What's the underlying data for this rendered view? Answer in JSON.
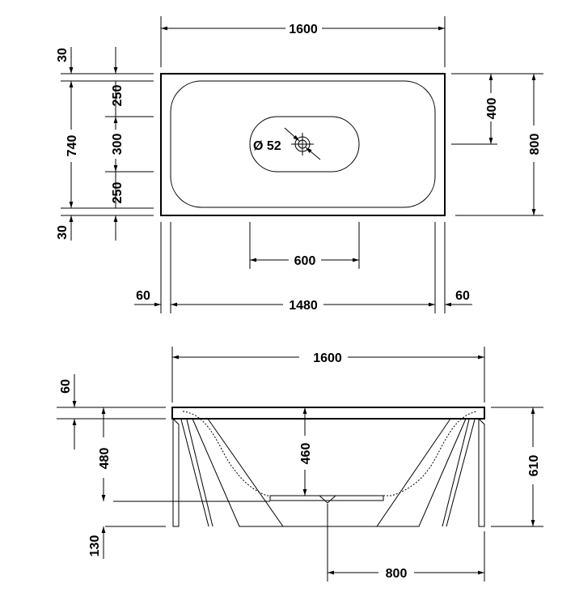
{
  "top_view": {
    "overall_length": "1600",
    "overall_width": "800",
    "inner_length": "1480",
    "rim_left": "60",
    "rim_right": "60",
    "drain_spacing": "600",
    "drain_offset": "400",
    "drain_diameter": "Ø 52",
    "inner_width": "740",
    "rim_top": "30",
    "rim_bottom": "30",
    "zone_top": "250",
    "zone_middle": "300",
    "zone_bottom": "250"
  },
  "side_view": {
    "overall_length": "1600",
    "rim_height": "60",
    "inside_depth": "480",
    "water_depth": "460",
    "foot_height": "130",
    "overall_height": "610",
    "drain_position": "800"
  }
}
